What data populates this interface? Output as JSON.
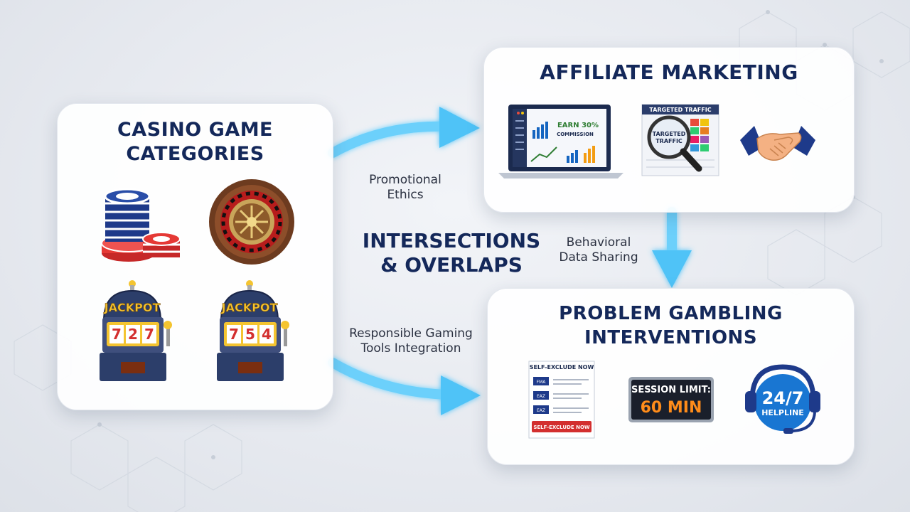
{
  "casino": {
    "title_line1": "CASINO GAME",
    "title_line2": "CATEGORIES",
    "slot_sign_1": "JACKPOT",
    "slot_reels_1": [
      "7",
      "2",
      "7"
    ],
    "slot_sign_2": "JACKPOT",
    "slot_reels_2": [
      "7",
      "5",
      "4"
    ]
  },
  "affiliate": {
    "title": "AFFILIATE MARKETING",
    "laptop_text_1": "EARN 30%",
    "laptop_text_2": "COMMISSION",
    "traffic_header": "TARGETED TRAFFIC",
    "traffic_lens_1": "TARGETED",
    "traffic_lens_2": "TRAFFIC"
  },
  "center": {
    "line1": "INTERSECTIONS",
    "line2": "& OVERLAPS"
  },
  "connectors": {
    "promo_1": "Promotional",
    "promo_2": "Ethics",
    "behav_1": "Behavioral",
    "behav_2": "Data Sharing",
    "resp_1": "Responsible Gaming",
    "resp_2": "Tools Integration"
  },
  "problem": {
    "title_line1": "PROBLEM GAMBLING",
    "title_line2": "INTERVENTIONS",
    "form_header": "SELF-EXCLUDE NOW",
    "form_fields": [
      "FMA",
      "EAZ",
      "EAZ"
    ],
    "form_button": "SELF-EXCLUDE NOW",
    "session_label": "SESSION LIMIT:",
    "session_value": "60 MIN",
    "helpline_1": "24/7",
    "helpline_2": "HELPLINE"
  },
  "colors": {
    "navy": "#14285a",
    "arrow": "#4fc3f7",
    "red": "#d32f2f",
    "blue": "#1976d2"
  }
}
